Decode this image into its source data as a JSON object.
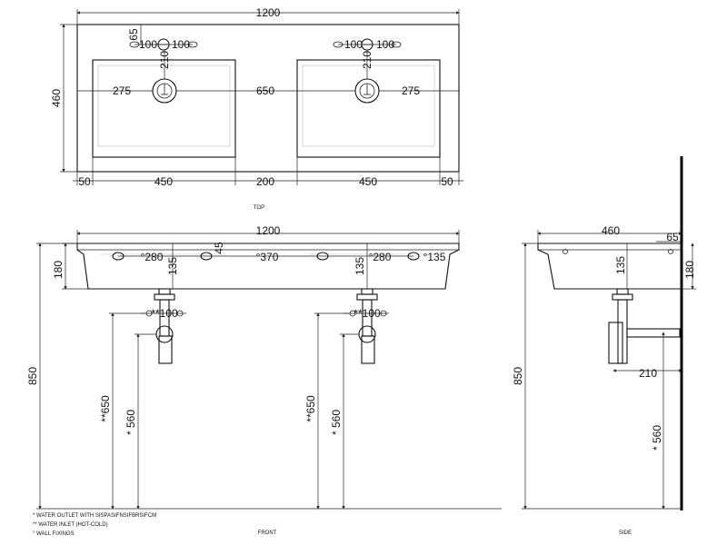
{
  "views": {
    "top": "TOP",
    "front": "FRONT",
    "side": "SIDE"
  },
  "top_view": {
    "overall_width": "1200",
    "depth": "460",
    "tap_offset": "65",
    "left_tap_spacing_a": "100",
    "left_tap_spacing_b": "100",
    "right_tap_spacing_a": "100",
    "right_tap_spacing_b": "100",
    "left_tap_to_drain": "210",
    "right_tap_to_drain": "210",
    "left_edge_to_drain": "275",
    "drain_to_drain": "650",
    "right_drain_to_edge": "275",
    "margin_left": "50",
    "bowl_width_left": "450",
    "gap_between_bowls": "200",
    "bowl_width_right": "450",
    "margin_right": "50"
  },
  "front_view": {
    "overall_width": "1200",
    "height_180": "180",
    "dim_280_left": "°280",
    "dim_370": "°370",
    "dim_280_right": "°280",
    "dim_135_right": "°135",
    "dim_45": "45",
    "drop_135_left": "135",
    "drop_135_right": "135",
    "inlet_spacing_left": "**100",
    "inlet_spacing_right": "**100",
    "floor_to_top": "850",
    "inlet_height_left": "**650",
    "inlet_height_right": "**650",
    "outlet_height_left": "* 560",
    "outlet_height_right": "* 560"
  },
  "side_view": {
    "depth": "460",
    "tap_offset": "65",
    "height_180": "180",
    "drop_135": "135",
    "trap_to_wall": "210",
    "floor_to_top": "850",
    "outlet_height": "* 560"
  },
  "notes": [
    "*  WATER OUTLET WITH SISPASIFNSIFBRSIFCM",
    "** WATER INLET  (HOT-COLD)",
    "° WALL FIXINGS"
  ]
}
